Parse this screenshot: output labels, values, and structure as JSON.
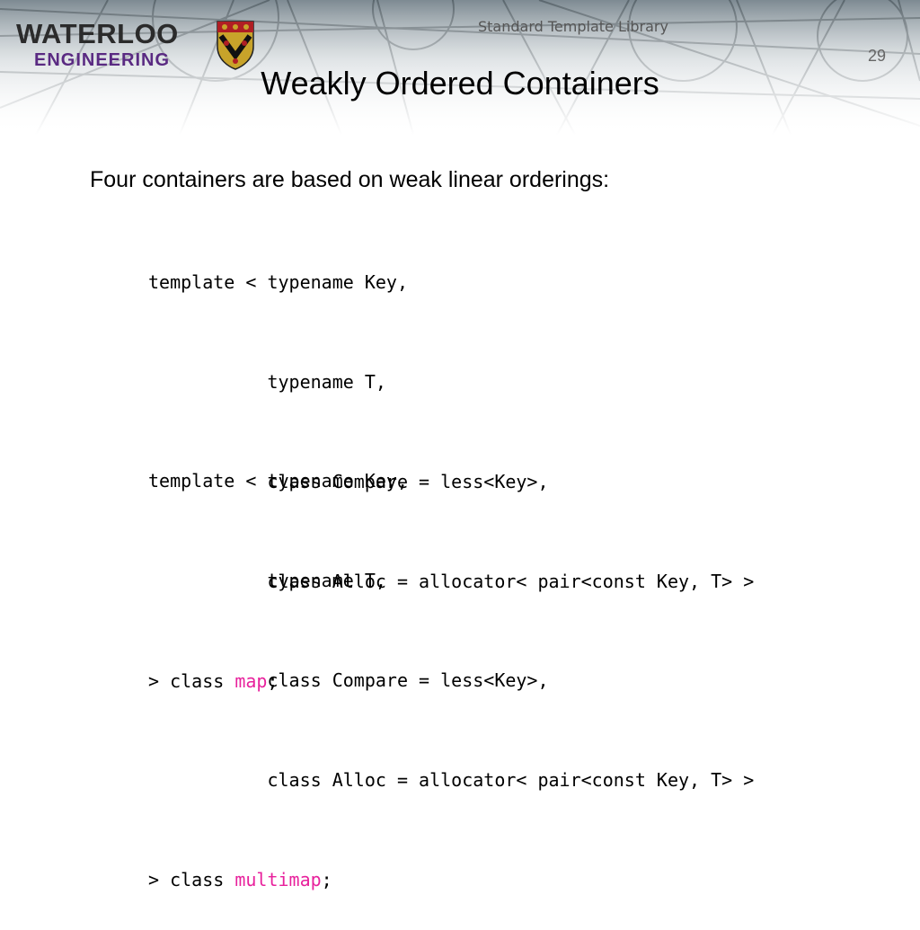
{
  "header": {
    "logo_line1": "WATERLOO",
    "logo_line2": "ENGINEERING",
    "section_title": "Standard Template Library",
    "page_number": "29"
  },
  "slide": {
    "title": "Weakly Ordered Containers",
    "intro": "Four containers are based on weak linear orderings:"
  },
  "code_blocks": [
    {
      "lines": [
        "template < typename Key,",
        "           typename T,",
        "           class Compare = less<Key>,",
        "           class Alloc = allocator< pair<const Key, T> >"
      ],
      "closing_prefix": "> class ",
      "name": "map",
      "closing_suffix": ";"
    },
    {
      "lines": [
        "template < typename Key,",
        "           typename T,",
        "           class Compare = less<Key>,",
        "           class Alloc = allocator< pair<const Key, T> >"
      ],
      "closing_prefix": "> class ",
      "name": "multimap",
      "closing_suffix": ";"
    }
  ],
  "colors": {
    "highlight": "#e8219c",
    "brand_purple": "#5a2a82"
  }
}
